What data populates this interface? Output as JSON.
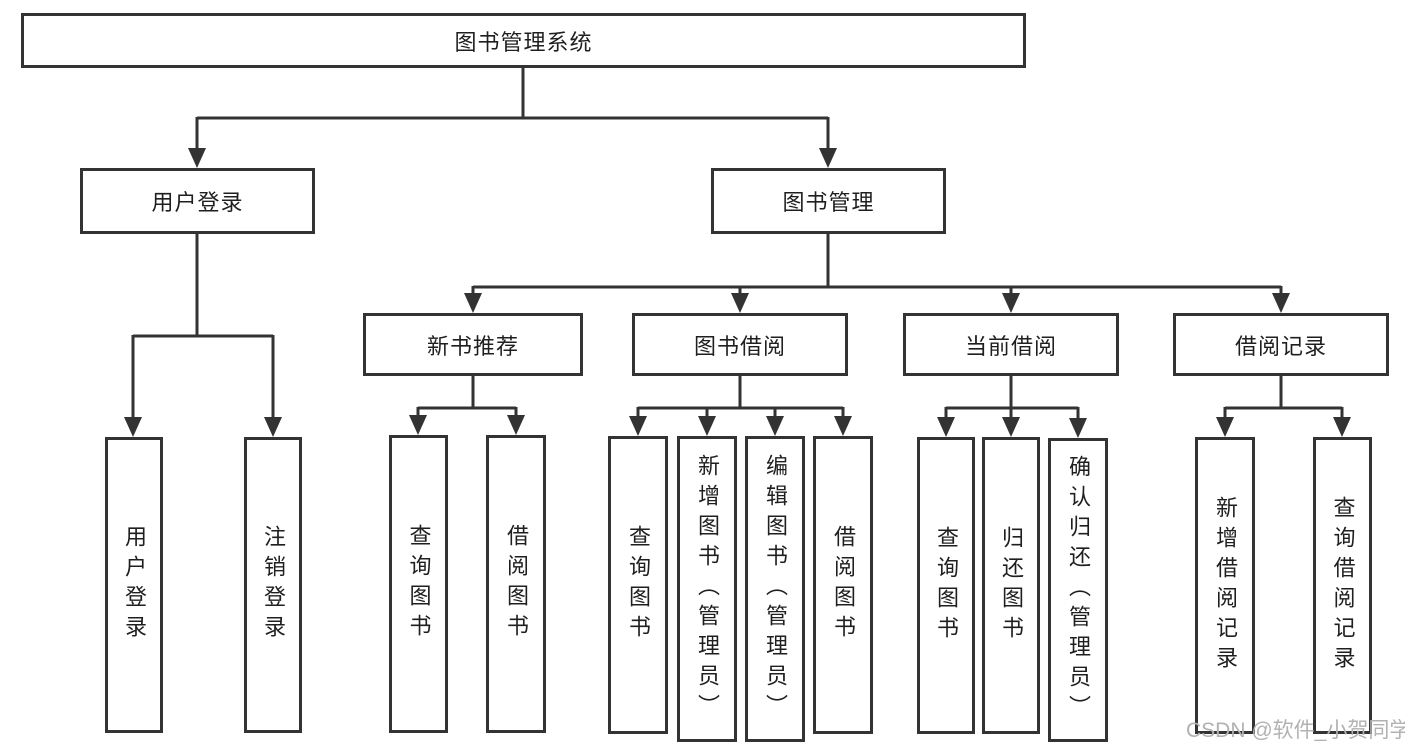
{
  "tree": {
    "root": {
      "label": "图书管理系统"
    },
    "branches": [
      {
        "label": "用户登录",
        "children": [
          {
            "label": "用户登录"
          },
          {
            "label": "注销登录"
          }
        ]
      },
      {
        "label": "图书管理",
        "children": [
          {
            "label": "新书推荐",
            "children": [
              {
                "label": "查询图书"
              },
              {
                "label": "借阅图书"
              }
            ]
          },
          {
            "label": "图书借阅",
            "children": [
              {
                "label": "查询图书"
              },
              {
                "label": "新增图书（管理员）"
              },
              {
                "label": "编辑图书（管理员）"
              },
              {
                "label": "借阅图书"
              }
            ]
          },
          {
            "label": "当前借阅",
            "children": [
              {
                "label": "查询图书"
              },
              {
                "label": "归还图书"
              },
              {
                "label": "确认归还（管理员）"
              }
            ]
          },
          {
            "label": "借阅记录",
            "children": [
              {
                "label": "新增借阅记录"
              },
              {
                "label": "查询借阅记录"
              }
            ]
          }
        ]
      }
    ]
  },
  "watermark": {
    "text": "CSDN @软件_小贺同学"
  },
  "colors": {
    "line": "#333333",
    "text": "#1f1f1f",
    "watermark": "#b2b2b4",
    "background": "#ffffff"
  }
}
